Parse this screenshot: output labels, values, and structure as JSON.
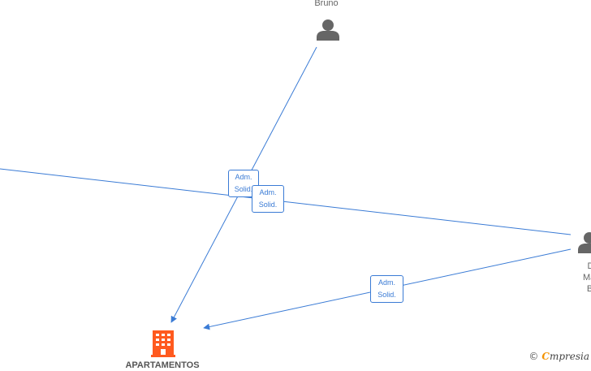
{
  "colors": {
    "edge": "#3a7bd5",
    "person_icon": "#666666",
    "company_icon": "#ff5a1f",
    "label_text": "#666666",
    "brand_accent": "#f39200"
  },
  "nodes": {
    "top_person": {
      "label": "Bruno",
      "icon": "person-icon"
    },
    "right_person": {
      "line1": "Dia",
      "line2": "Mart",
      "line3": "Bru",
      "icon": "person-icon"
    },
    "company": {
      "label": "APARTAMENTOS",
      "icon": "building-icon"
    }
  },
  "edges": {
    "left": {
      "line1": "Adm.",
      "line2": "Solid."
    },
    "top": {
      "line1": "Adm.",
      "line2": "Solid."
    },
    "right": {
      "line1": "Adm.",
      "line2": "Solid."
    }
  },
  "brand": {
    "symbol": "©",
    "initial": "C",
    "rest": "mpresia"
  }
}
